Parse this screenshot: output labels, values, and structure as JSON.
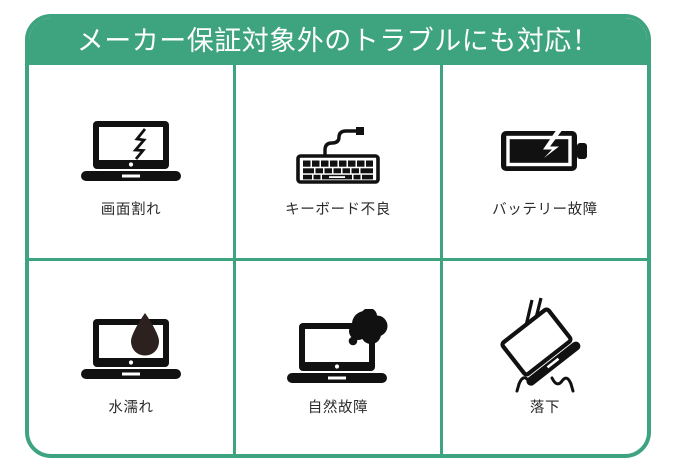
{
  "card": {
    "header": {
      "title": "メーカー保証対象外のトラブルにも対応！",
      "background_color": "#3ea37f",
      "text_color": "#ffffff"
    },
    "border_color": "#3ea37f",
    "background_color": "#ffffff",
    "items": [
      {
        "label": "画面割れ",
        "icon": "cracked-laptop-screen-icon"
      },
      {
        "label": "キーボード不良",
        "icon": "keyboard-icon"
      },
      {
        "label": "バッテリー故障",
        "icon": "battery-bolt-icon"
      },
      {
        "label": "水濡れ",
        "icon": "laptop-water-drop-icon"
      },
      {
        "label": "自然故障",
        "icon": "laptop-smoke-icon"
      },
      {
        "label": "落下",
        "icon": "falling-laptop-icon"
      }
    ]
  }
}
